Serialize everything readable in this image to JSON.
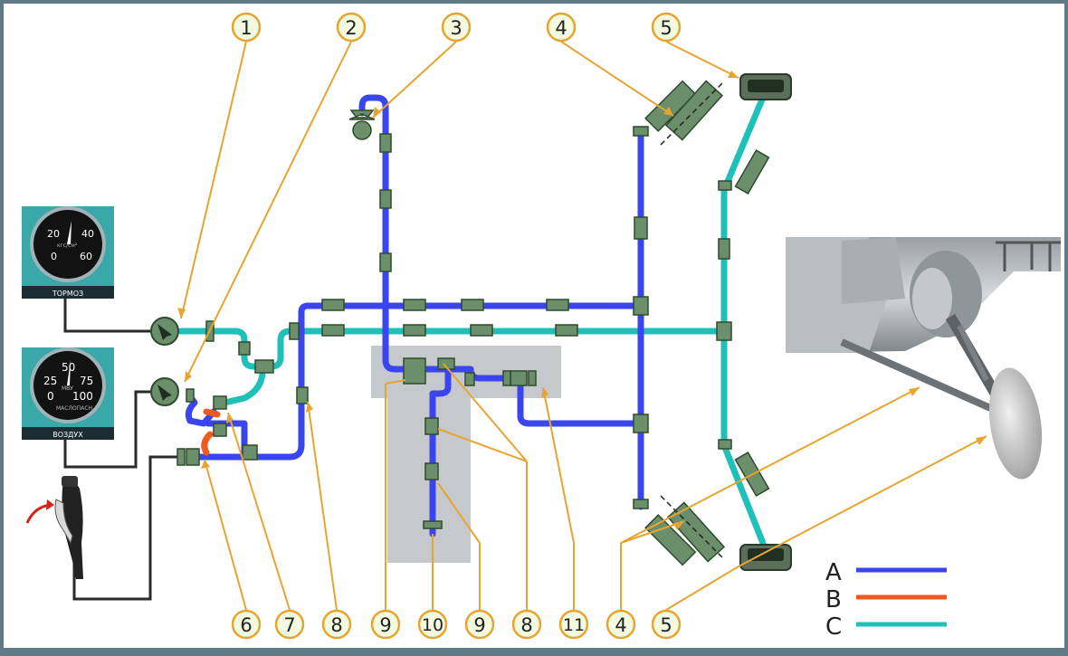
{
  "callouts_top": [
    "1",
    "2",
    "3",
    "4",
    "5"
  ],
  "callouts_bottom": [
    "6",
    "7",
    "8",
    "9",
    "10",
    "9",
    "8",
    "11",
    "4",
    "5"
  ],
  "legend": [
    {
      "label": "A",
      "color": "#3a45f0"
    },
    {
      "label": "B",
      "color": "#ef5a1f"
    },
    {
      "label": "C",
      "color": "#1fc0b8"
    }
  ],
  "gauge_brakes": {
    "scale": [
      "20",
      "40",
      "0",
      "60"
    ],
    "unit": "кгс/см²",
    "label": "ТОРМОЗ"
  },
  "gauge_air": {
    "scale": [
      "50",
      "25",
      "75",
      "0",
      "100"
    ],
    "unit": "МВУ",
    "caption": "МАСЛОПАСН",
    "label": "ВОЗДУХ"
  },
  "colors": {
    "pipe_a": "#3a45f0",
    "pipe_b": "#ef5a1f",
    "pipe_c": "#1fc0b8",
    "fitting": "#6b8f6b",
    "callout_ring": "#e8a430",
    "callout_fill": "#f2fae0",
    "background": "#ffffff",
    "border": "#5f7a86"
  }
}
